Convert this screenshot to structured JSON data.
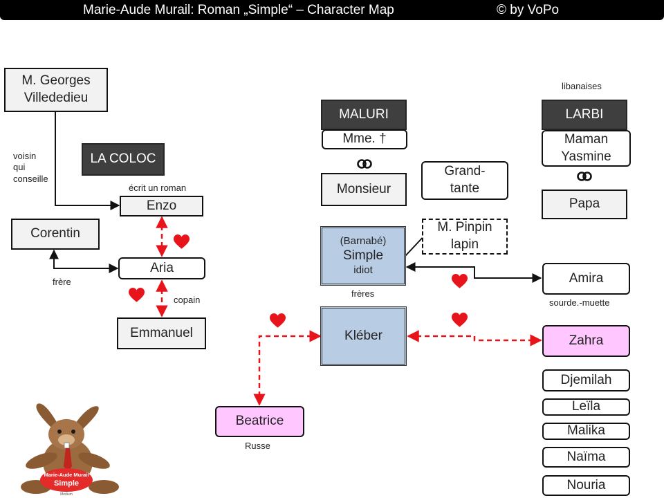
{
  "header": {
    "title": "Marie-Aude Murail: Roman „Simple“ – Character  Map",
    "copyright": "©    by VoPo"
  },
  "groups": {
    "coloc": "LA COLOC",
    "maluri": "MALURI",
    "larbi": "LARBI"
  },
  "characters": {
    "georges_line1": "M. Georges",
    "georges_line2": "Villededieu",
    "enzo": "Enzo",
    "corentin": "Corentin",
    "aria": "Aria",
    "emmanuel": "Emmanuel",
    "mme": "Mme.  †",
    "monsieur": "Monsieur",
    "grand_tante_line1": "Grand-",
    "grand_tante_line2": "tante",
    "pinpin_line1": "M. Pinpin",
    "pinpin_line2": "lapin",
    "simple_line1": "(Barnabé)",
    "simple_line2": "Simple",
    "simple_line3": "idiot",
    "kleber": "Kléber",
    "maman_line1": "Maman",
    "maman_line2": "Yasmine",
    "papa": "Papa",
    "amira": "Amira",
    "zahra": "Zahra",
    "djemilah": "Djemilah",
    "leila": "Leïla",
    "malika": "Malika",
    "naima": "Naïma",
    "nouria": "Nouria",
    "beatrice": "Beatrice"
  },
  "annotations": {
    "voisin_line1": "voisin",
    "voisin_line2": "qui",
    "voisin_line3": "conseille",
    "ecrit": "écrit un roman",
    "frere": "frère",
    "copain": "copain",
    "freres": "frères",
    "libanaises": "libanaises",
    "sourde": "sourde.-muette",
    "russe": "Russe",
    "rings": "Ꝏ"
  },
  "logo": {
    "line1": "Marie-Aude Murail",
    "line2": "Simple",
    "line3": "Medium"
  },
  "colors": {
    "love": "#e8141c",
    "family_link": "#111111",
    "blue_box": "#b8cce4",
    "pink_box": "#ffc6ff",
    "dark_box": "#3f3f3f"
  },
  "icons": [
    "heart-icon",
    "wedding-rings-icon",
    "arrow-icon",
    "bunny-logo"
  ]
}
